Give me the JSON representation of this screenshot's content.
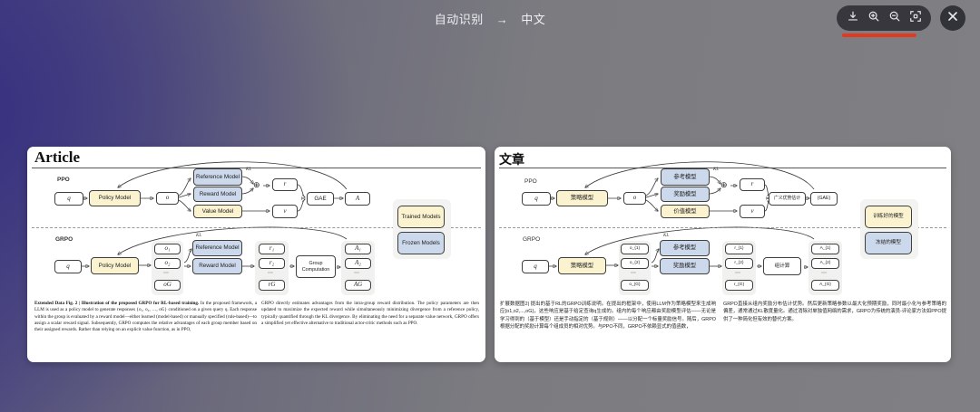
{
  "header": {
    "source_lang": "自动识别",
    "arrow_label": "→",
    "target_lang": "中文"
  },
  "toolbar": {
    "download": "download",
    "zoom_in": "zoom-in",
    "zoom_out": "zoom-out",
    "fit": "fit-screen",
    "close": "close"
  },
  "colors": {
    "accent_red": "#e5391f",
    "node_yellow": "#fbf2cf",
    "node_blue": "#ccd8eb",
    "card_bg": "#ffffff"
  },
  "article": {
    "title": "Article",
    "ppo": {
      "label": "PPO",
      "q": "q",
      "policy": "Policy Model",
      "o": "o",
      "reference": "Reference Model",
      "reward": "Reward Model",
      "value": "Value Model",
      "kl": "KL",
      "plus": "⊕",
      "r": "r",
      "v": "v",
      "gae": "GAE",
      "a": "A"
    },
    "grpo": {
      "label": "GRPO",
      "q": "q",
      "policy": "Policy Model",
      "kl": "KL",
      "reference": "Reference Model",
      "reward": "Reward Model",
      "group_comp": "Group Computation",
      "o_list": [
        "o₁",
        "o₂",
        "⋯",
        "oG"
      ],
      "r_list": [
        "r₁",
        "r₂",
        "⋯",
        "rG"
      ],
      "a_list": [
        "A₁",
        "A₂",
        "⋯",
        "AG"
      ]
    },
    "legend": {
      "trained": "Trained Models",
      "frozen": "Frozen Models"
    },
    "caption": {
      "lead": "Extended Data Fig. 2 | Illustration of the proposed GRPO for RL-based training.",
      "col1": " In the proposed framework, a LLM is used as a policy model to generate responses {o₁, o₂, …, oG} conditioned on a given query q. Each response within the group is evaluated by a reward model—either learned (model-based) or manually specified (rule-based)—to assign a scalar reward signal. Subsequently, GRPO computes the relative advantages of each group member based on their assigned rewards. Rather than relying on an explicit value function, as in PPO,",
      "col2": "GRPO directly estimates advantages from the intra-group reward distribution. The policy parameters are then updated to maximize the expected reward while simultaneously minimizing divergence from a reference policy, typically quantified through the KL divergence. By eliminating the need for a separate value network, GRPO offers a simplified yet effective alternative to traditional actor-critic methods such as PPO."
    }
  },
  "translated": {
    "title": "文章",
    "ppo": {
      "label": "PPO",
      "q": "q",
      "policy": "策略模型",
      "o": "o",
      "reference": "参考模型",
      "reward": "奖励模型",
      "value": "价值模型",
      "kl": "KL",
      "plus": "⊕",
      "r": "r",
      "v": "v",
      "gae": "广义优势估计",
      "a": "(GAE)"
    },
    "grpo": {
      "label": "GRPO",
      "q": "q",
      "policy": "策略模型",
      "kl": "KL",
      "reference": "参考模型",
      "reward": "奖励模型",
      "group_comp": "组计算",
      "o_list": [
        "o_{1}",
        "o_{2}",
        "⋯",
        "o_{G}"
      ],
      "r_list": [
        "r_{1}",
        "r_{2}",
        "⋯",
        "r_{G}"
      ],
      "a_list": [
        "A_{1}",
        "A_{2}",
        "⋯",
        "A_{G}"
      ]
    },
    "legend": {
      "trained": "训练好的模型",
      "frozen": "冻结的模型"
    },
    "caption": {
      "col1": "扩展数据图2| 提出的基于RL的GRPO训练说明。在提出的框架中，使用LLM作为策略模型来生成响应{o1,o2,...,oG}，这些响应是基于给定查询q生成的。组内的每个响应都由奖励模型评估——无论是学习得到的（基于模型）还是手动指定的（基于规则）——以分配一个标量奖励信号。随后，GRPO根据分配的奖励计算每个组成员的相对优势。与PPO不同，GRPO不依赖显式的值函数，",
      "col2": "GRPO直接从组内奖励分布估计优势。然后更新策略参数以最大化预期奖励，同时最小化与参考策略的偏差，通常通过KL散度量化。通过消除对单独值网络的需求，GRPO为传统的演员-评论家方法如PPO提供了一种简化但有效的替代方案。"
    }
  }
}
